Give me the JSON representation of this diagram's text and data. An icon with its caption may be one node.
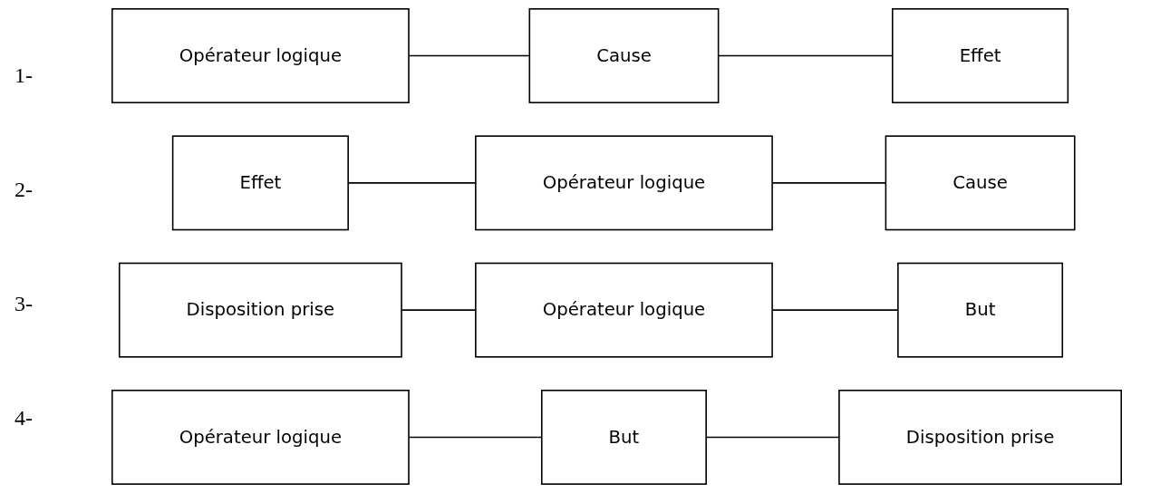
{
  "diagram": {
    "nodes": [
      {
        "text": [
          "Opérateur logique"
        ]
      },
      {
        "text": [
          "Cause"
        ]
      },
      {
        "text": [
          "Effet"
        ]
      },
      {
        "text": [
          "Effet"
        ]
      },
      {
        "text": [
          "Opérateur logique"
        ]
      },
      {
        "text": [
          "Cause"
        ]
      },
      {
        "text": [
          "Disposition prise"
        ]
      },
      {
        "text": [
          "Opérateur logique"
        ]
      },
      {
        "text": [
          "But"
        ]
      },
      {
        "text": [
          "Opérateur logique"
        ]
      },
      {
        "text": [
          "But"
        ]
      },
      {
        "text": [
          "Disposition prise"
        ]
      }
    ],
    "edges": [
      {
        "from": 0,
        "to": 1,
        "arrow": "none"
      },
      {
        "from": 1,
        "to": 2,
        "arrow": "none"
      },
      {
        "from": 3,
        "to": 4,
        "arrow": "none"
      },
      {
        "from": 4,
        "to": 5,
        "arrow": "none"
      },
      {
        "from": 6,
        "to": 7,
        "arrow": "none"
      },
      {
        "from": 7,
        "to": 8,
        "arrow": "none"
      },
      {
        "from": 9,
        "to": 10,
        "arrow": "none"
      },
      {
        "from": 10,
        "to": 11,
        "arrow": "none"
      }
    ],
    "labels": [
      "1-",
      "2-",
      "3-",
      "4-"
    ]
  }
}
